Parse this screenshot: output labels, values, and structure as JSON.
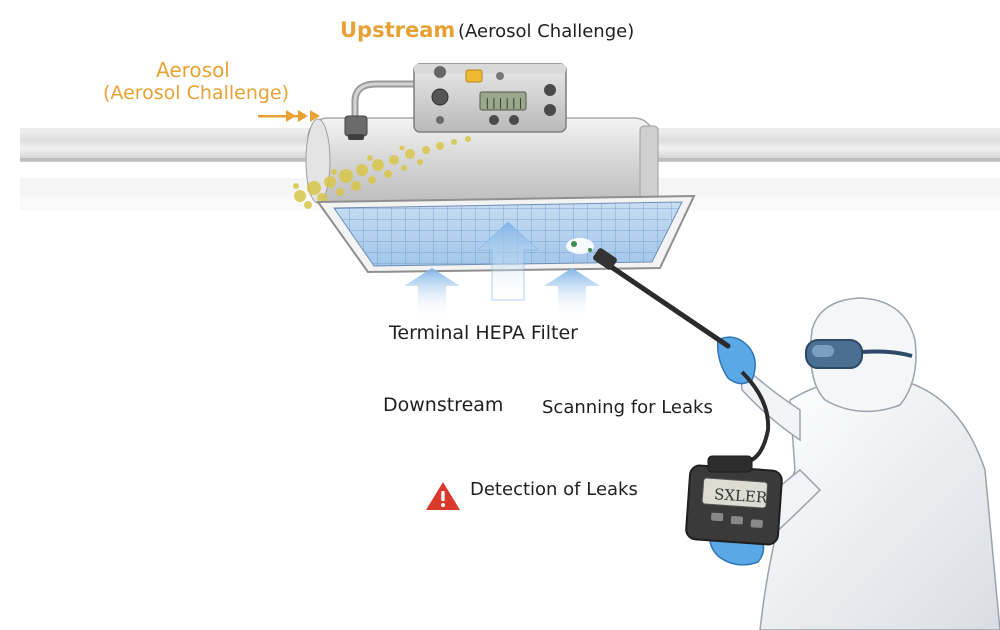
{
  "labels": {
    "upstream": "Upstream",
    "upstream_paren": "(Aerosol Challenge)",
    "aerosol": "Aerosol",
    "aerosol_sub": "(Aerosol Challenge)",
    "filter": "Terminal HEPA Filter",
    "downstream": "Downstream",
    "scanning": "Scanning for Leaks",
    "detection": "Detection of Leaks",
    "meter_display": "SXLER"
  },
  "colors": {
    "accent": "#e8a135",
    "airflow": "#6aa7e0",
    "warning": "#d93a2b",
    "glove": "#5aa8e6"
  },
  "icons": {
    "warning": "warning-triangle-icon"
  }
}
